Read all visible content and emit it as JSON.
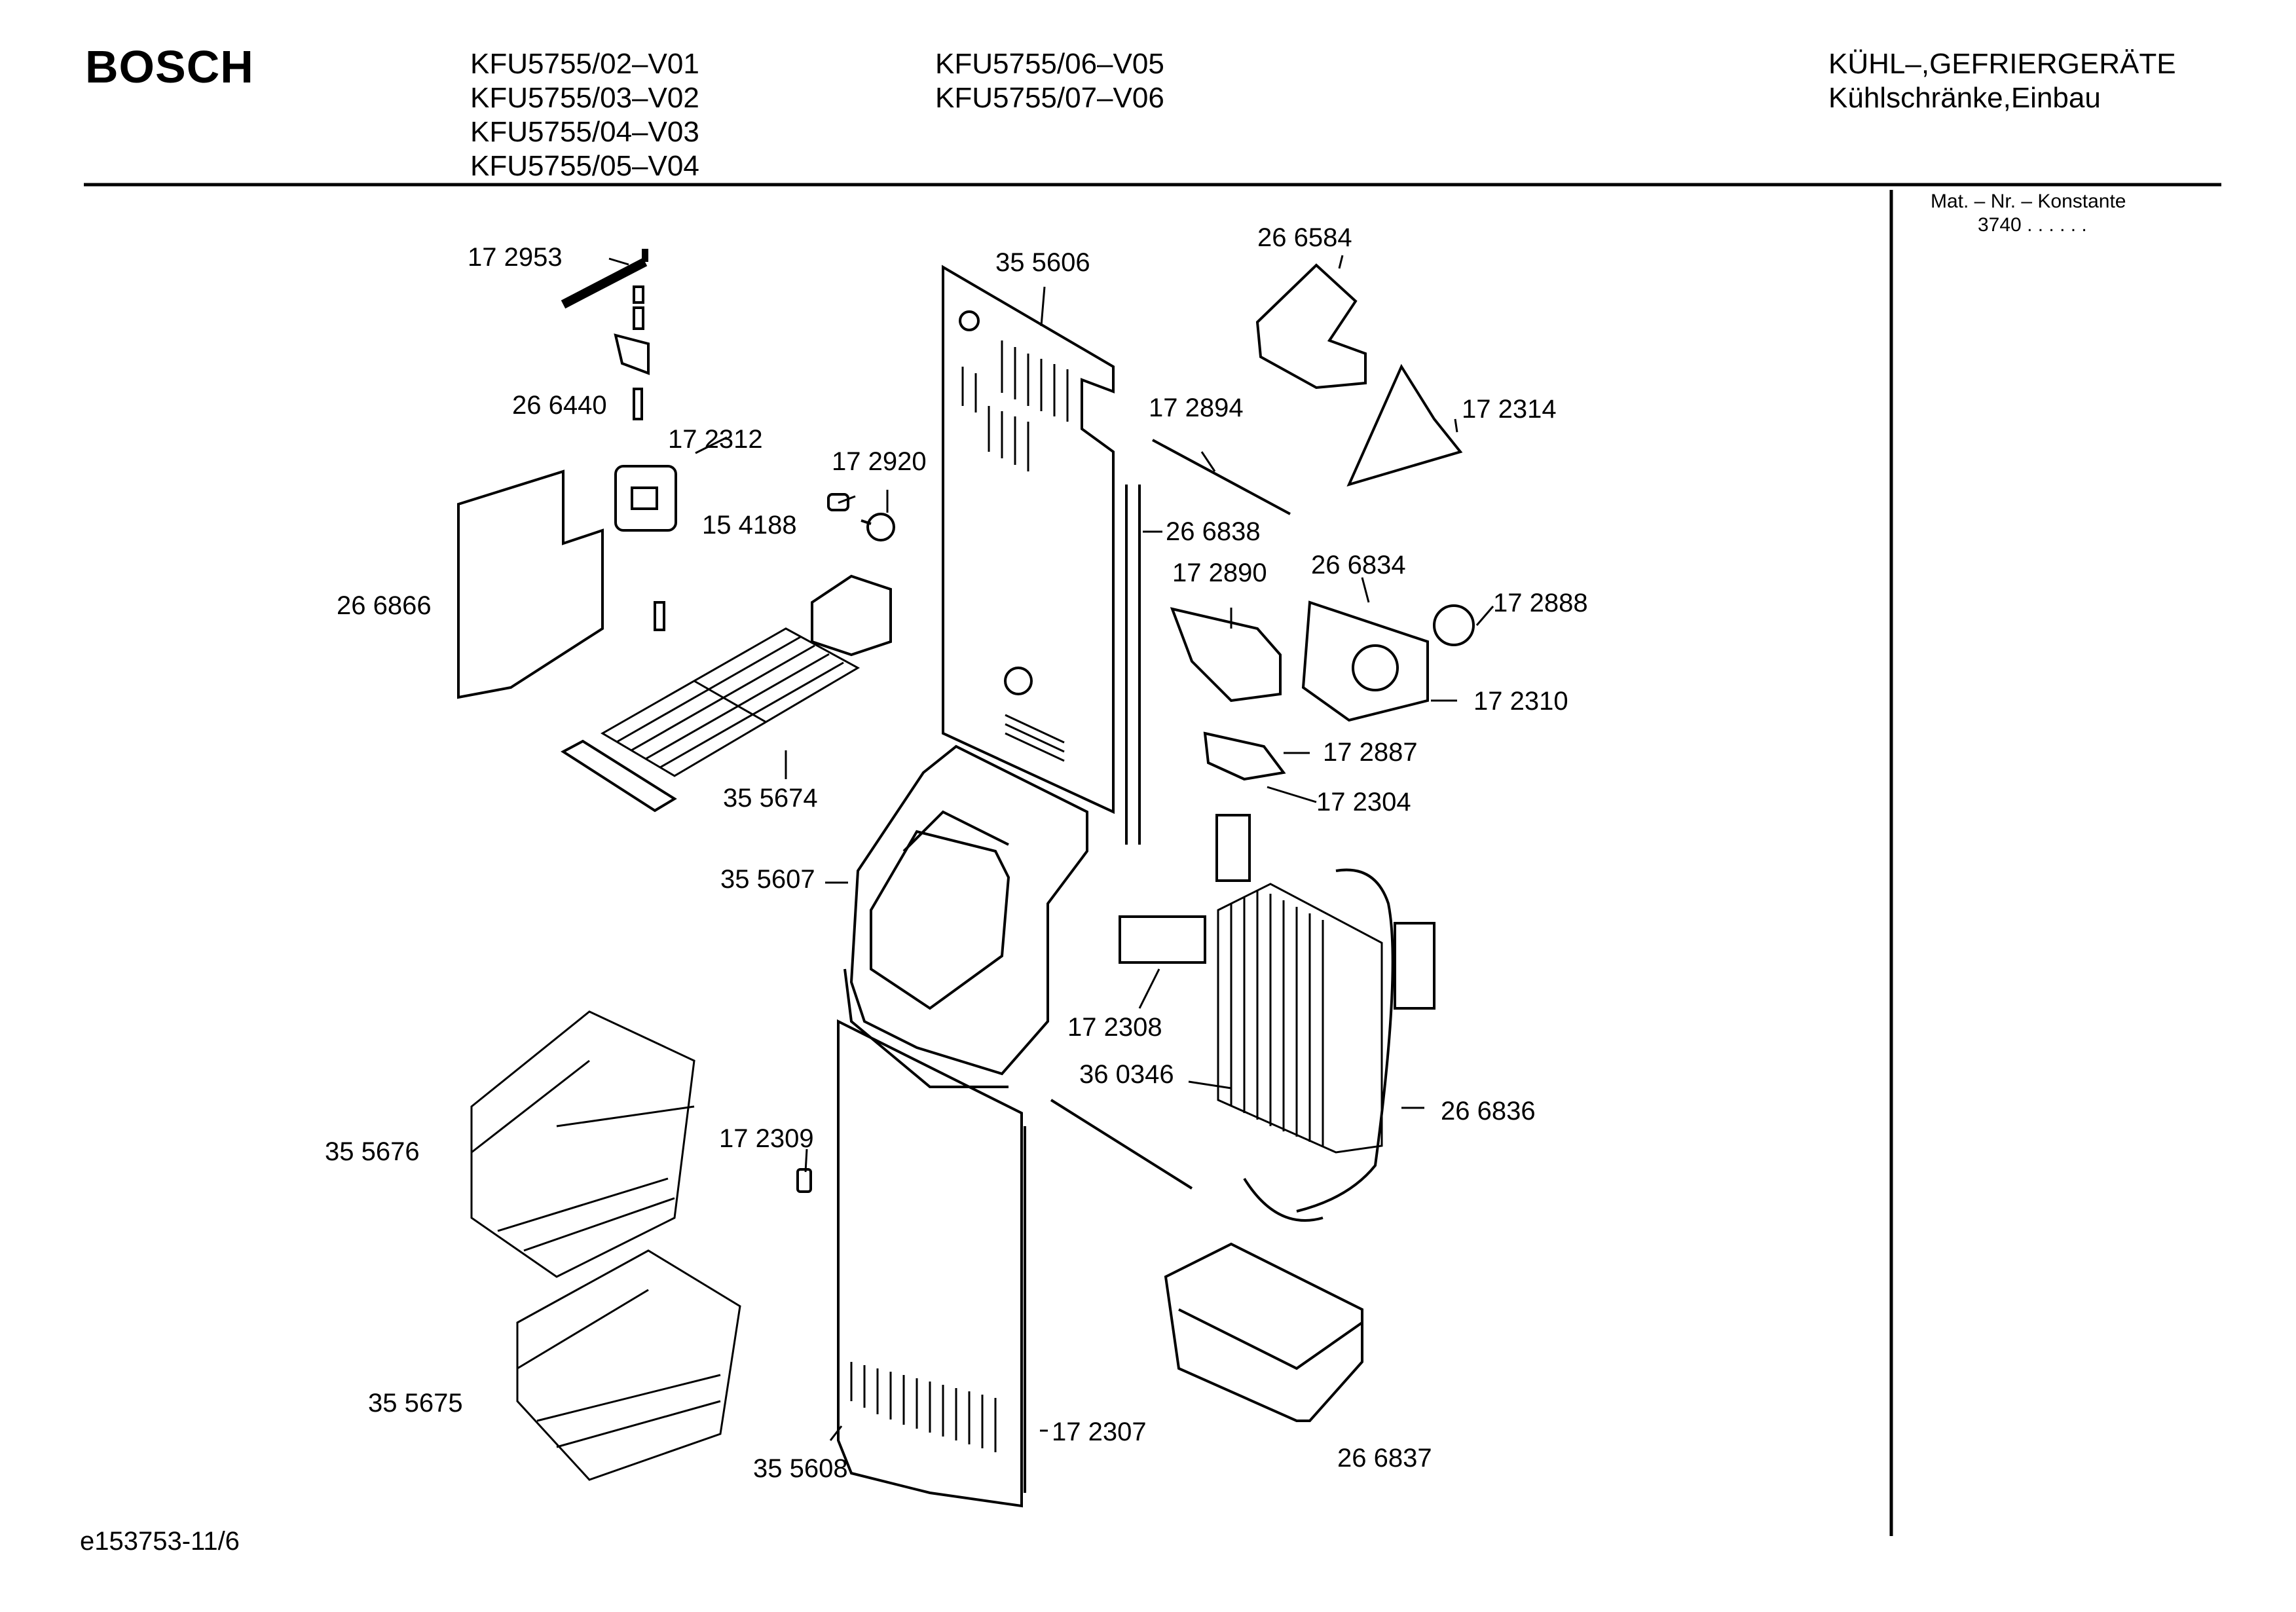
{
  "header": {
    "brand": "BOSCH",
    "models_col1": [
      "KFU5755/02–V01",
      "KFU5755/03–V02",
      "KFU5755/04–V03",
      "KFU5755/05–V04"
    ],
    "models_col2": [
      "KFU5755/06–V05",
      "KFU5755/07–V06"
    ],
    "category": "KÜHL–,GEFRIERGERÄTE",
    "subcategory": "Kühlschränke,Einbau"
  },
  "sidebar": {
    "mat_label": "Mat. – Nr. – Konstante",
    "mat_value": "3740 . . . . . ."
  },
  "parts": [
    "17 2953",
    "26 6440",
    "17 2312",
    "26 6866",
    "15 4188",
    "17 2920",
    "35 5674",
    "35 5606",
    "35 5607",
    "26 6584",
    "17 2894",
    "17 2314",
    "26 6838",
    "17 2890",
    "26 6834",
    "17 2888",
    "17 2310",
    "17 2887",
    "17 2304",
    "17 2308",
    "36 0346",
    "26 6836",
    "17 2309",
    "35 5676",
    "35 5675",
    "35 5608",
    "17 2307",
    "26 6837"
  ],
  "footer": {
    "doc_id": "e153753-11/6"
  }
}
